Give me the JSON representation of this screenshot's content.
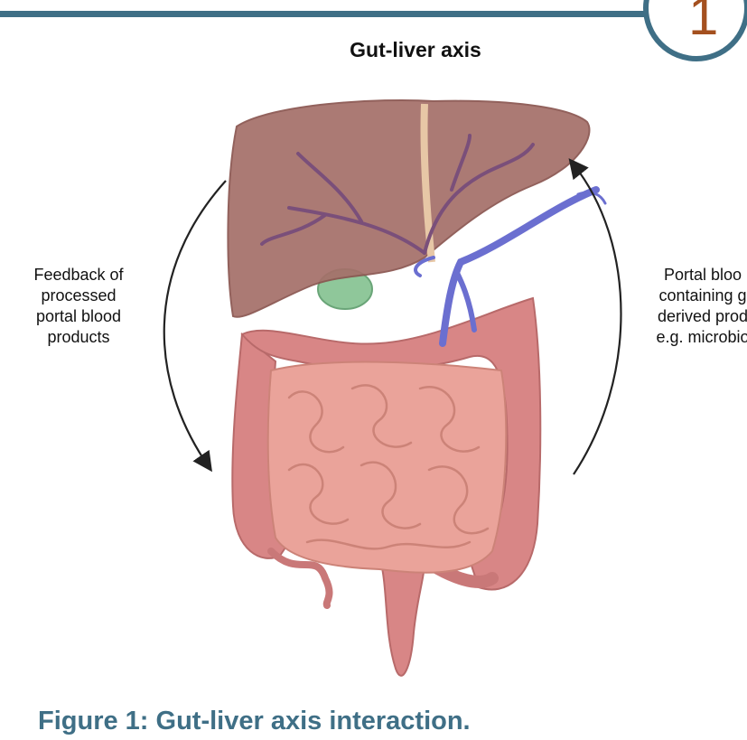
{
  "badge": {
    "number": "1"
  },
  "title": "Gut-liver axis",
  "labels": {
    "left": [
      "Feedback of",
      "processed",
      "portal blood",
      "products"
    ],
    "right": [
      "Portal bloo",
      "containing g",
      "derived prod",
      "e.g. microbio"
    ]
  },
  "caption": "Figure 1: Gut-liver axis interaction.",
  "colors": {
    "accent": "#3f6f86",
    "badge_number": "#a4501f",
    "liver": "#a5706a",
    "vein": "#6b6fd0",
    "gallbladder": "#8fc79a",
    "intestine": "#eaa39a",
    "colon": "#d88686"
  }
}
